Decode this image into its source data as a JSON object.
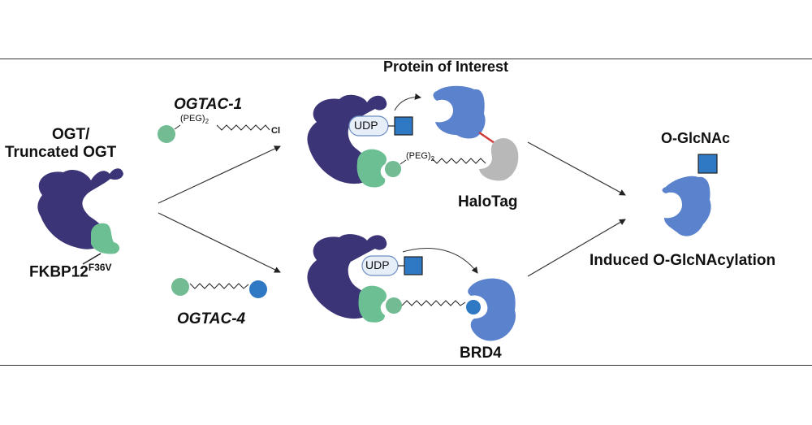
{
  "colors": {
    "ogt": "#3b3577",
    "fkbp": "#6bbf93",
    "poi": "#5b82cc",
    "halotag": "#b8b8b8",
    "glcnac": "#2f78c4",
    "ligand_green": "#72bb93",
    "ligand_blue": "#2f78c4",
    "udp_fill": "#e6eef8"
  },
  "labels": {
    "ogt": "OGT/",
    "truncated_ogt": "Truncated OGT",
    "fkbp": "FKBP12",
    "fkbp_sup": "F36V",
    "ogtac1": "OGTAC-1",
    "ogtac4": "OGTAC-4",
    "peg": "(PEG)",
    "peg_sub": "2",
    "cl": "Cl",
    "protein_of_interest": "Protein of Interest",
    "udp_top": "UDP",
    "udp_bottom": "UDP",
    "halotag": "HaloTag",
    "brd4": "BRD4",
    "o_glcnac": "O-GlcNAc",
    "induced": "Induced O-GlcNAcylation"
  }
}
